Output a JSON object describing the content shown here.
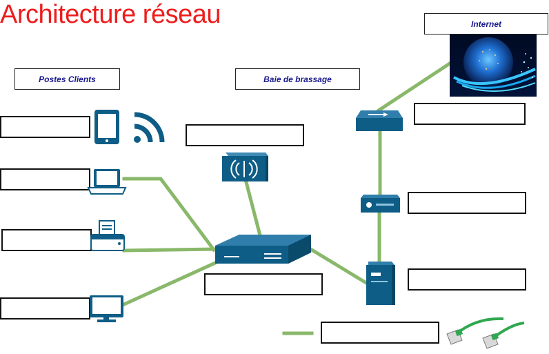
{
  "title": "Architecture réseau",
  "labels": {
    "clients": "Postes Clients",
    "rack": "Baie de brassage",
    "internet": "Internet"
  },
  "colors": {
    "title": "#ee1c1c",
    "device": "#0e5d86",
    "link": "#8ab86a",
    "label_text": "#1a1a8c"
  },
  "icons": [
    "tablet-icon",
    "wifi-icon",
    "laptop-icon",
    "printer-icon",
    "monitor-icon",
    "access-point-icon",
    "switch-icon",
    "router-icon",
    "firewall-icon",
    "server-icon",
    "globe-image",
    "ethernet-cable-icon"
  ]
}
